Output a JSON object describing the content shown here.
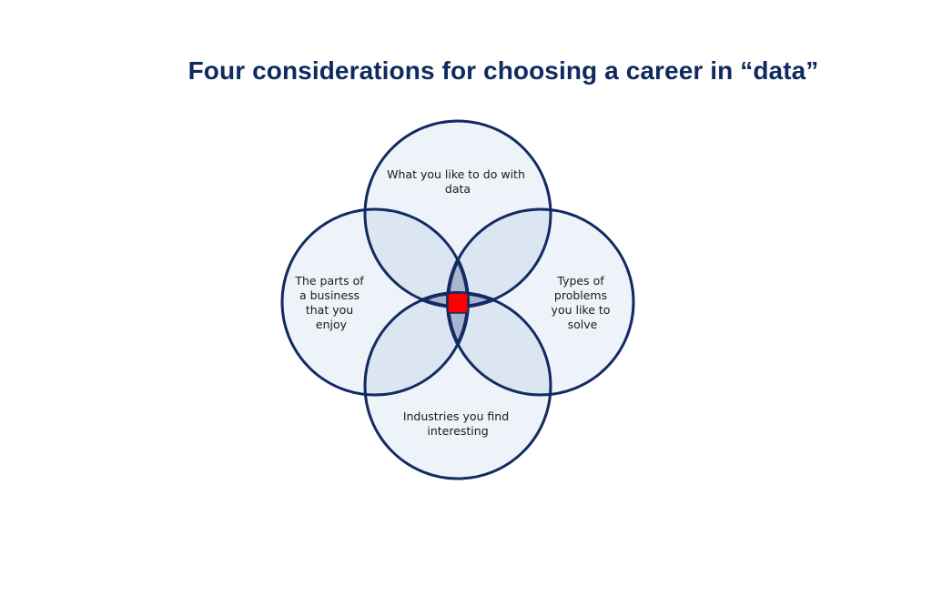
{
  "title": "Four considerations for choosing a career in “data”",
  "colors": {
    "title": "#0f2a5f",
    "circle_stroke": "#132a62",
    "circle_fill": "#eef3f9",
    "pair_overlap_fill": "#dce6f2",
    "lens_fill": "#a7b6ce",
    "center_marker": "#ff0000"
  },
  "circles": {
    "top": {
      "label_lines": [
        "What you like to do with",
        "data"
      ]
    },
    "left": {
      "label_lines": [
        "The parts of",
        "a business",
        "that you",
        "enjoy"
      ]
    },
    "right": {
      "label_lines": [
        "Types of",
        "problems",
        "you like to",
        "solve"
      ]
    },
    "bottom": {
      "label_lines": [
        "Industries you find",
        "interesting"
      ]
    }
  },
  "center_marker": {
    "shape": "rounded-square",
    "color": "red"
  }
}
